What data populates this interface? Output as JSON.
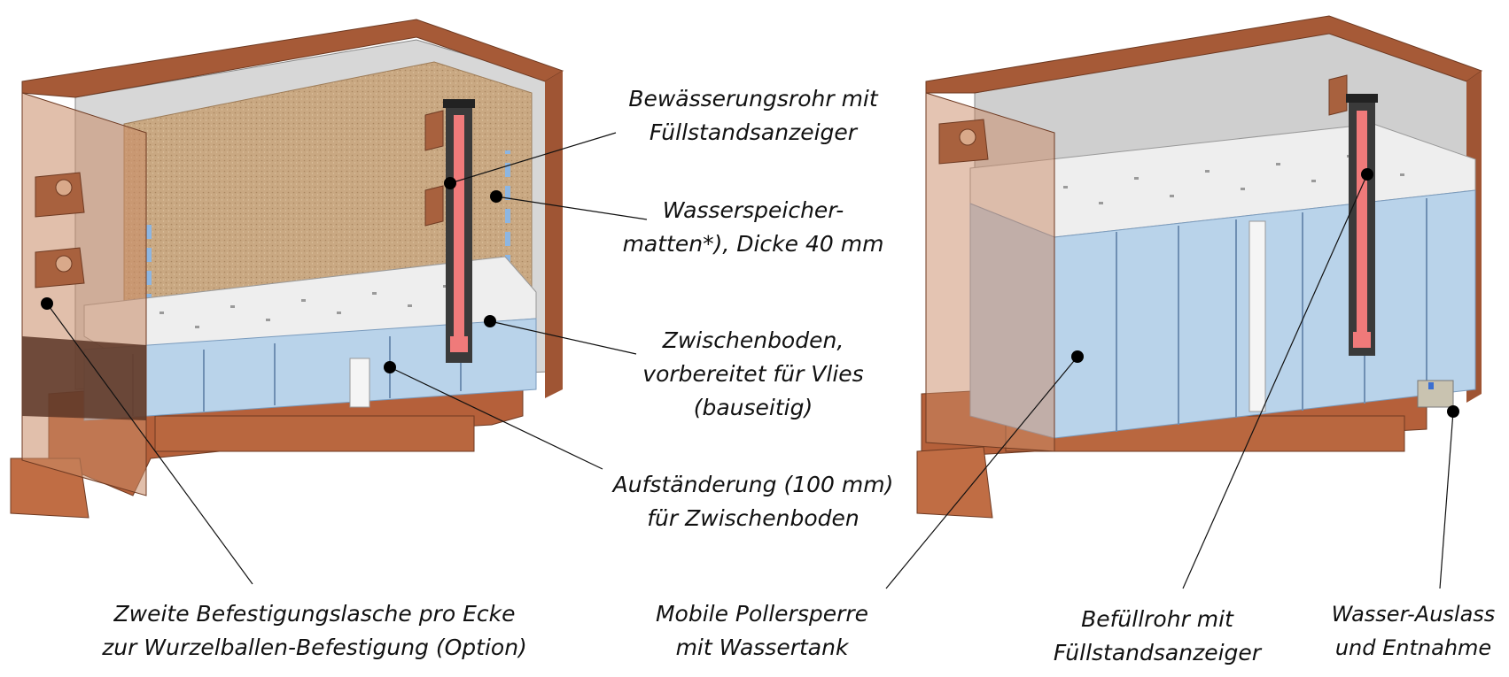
{
  "labels": {
    "irrigation_pipe": [
      "Bewässerungsrohr mit",
      "Füllstandsanzeiger"
    ],
    "water_mats": [
      "Wasserspeicher-",
      "matten*), Dicke 40 mm"
    ],
    "intermediate_floor": [
      "Zwischenboden,",
      "vorbereitet für Vlies",
      "(bauseitig)"
    ],
    "stand": [
      "Aufständerung (100 mm)",
      "für Zwischenboden"
    ],
    "second_bracket": [
      "Zweite Befestigungslasche pro Ecke",
      "zur Wurzelballen-Befestigung (Option)"
    ],
    "bollard": [
      "Mobile Pollersperre",
      "mit Wassertank"
    ],
    "fill_pipe": [
      "Befüllrohr mit",
      "Füllstandsanzeiger"
    ],
    "water_outlet": [
      "Wasser-Auslass",
      "und Entnahme"
    ]
  },
  "colors": {
    "corten": "#b5603a",
    "corten_dark": "#6e3a22",
    "substrate": "#c9a882",
    "water": "#b9d3ea",
    "floor": "#eeeeee",
    "pipe": "#3a3a3a",
    "pipe_core": "#f07a7a"
  }
}
